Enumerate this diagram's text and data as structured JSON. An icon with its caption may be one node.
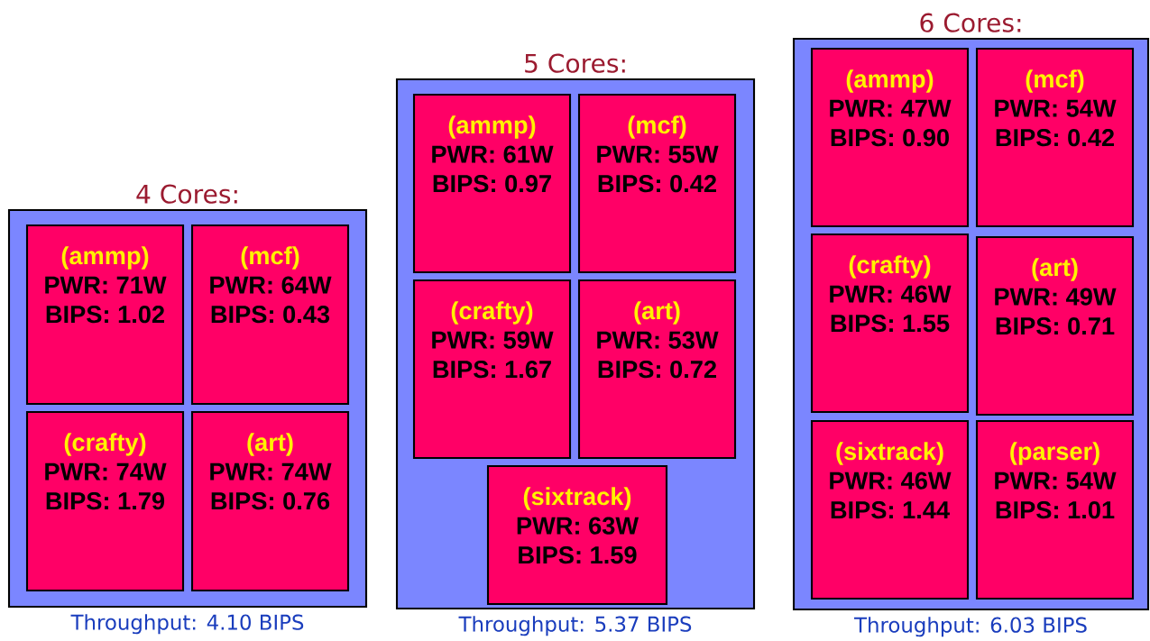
{
  "diagram": {
    "nodes": [
      {
        "text": [
          "4 Cores:"
        ],
        "beside": [
          "Throughput: 4.10 BIPS"
        ]
      },
      {
        "text": [
          "(ammp)",
          "PWR: 71W",
          "BIPS: 1.02"
        ],
        "in": 0
      },
      {
        "text": [
          "(mcf)",
          "PWR: 64W",
          "BIPS: 0.43"
        ],
        "in": 0
      },
      {
        "text": [
          "(crafty)",
          "PWR: 74W",
          "BIPS: 1.79"
        ],
        "in": 0
      },
      {
        "text": [
          "(art)",
          "PWR: 74W",
          "BIPS: 0.76"
        ],
        "in": 0
      },
      {
        "text": [
          "5 Cores:"
        ],
        "beside": [
          "Throughput: 5.37 BIPS"
        ]
      },
      {
        "text": [
          "(ammp)",
          "PWR: 61W",
          "BIPS: 0.97"
        ],
        "in": 5
      },
      {
        "text": [
          "(mcf)",
          "PWR: 55W",
          "BIPS: 0.42"
        ],
        "in": 5
      },
      {
        "text": [
          "(crafty)",
          "PWR: 59W",
          "BIPS: 1.67"
        ],
        "in": 5
      },
      {
        "text": [
          "(art)",
          "PWR: 53W",
          "BIPS: 0.72"
        ],
        "in": 5
      },
      {
        "text": [
          "(sixtrack)",
          "PWR: 63W",
          "BIPS: 1.59"
        ],
        "in": 5
      },
      {
        "text": [
          "6 Cores:"
        ],
        "beside": [
          "Throughput: 6.03 BIPS"
        ]
      },
      {
        "text": [
          "(ammp)",
          "PWR: 47W",
          "BIPS: 0.90"
        ],
        "in": 11
      },
      {
        "text": [
          "(mcf)",
          "PWR: 54W",
          "BIPS: 0.42"
        ],
        "in": 11
      },
      {
        "text": [
          "(crafty)",
          "PWR: 46W",
          "BIPS: 1.55"
        ],
        "in": 11
      },
      {
        "text": [
          "(art)",
          "PWR: 49W",
          "BIPS: 0.71"
        ],
        "in": 11
      },
      {
        "text": [
          "(sixtrack)",
          "PWR: 46W",
          "BIPS: 1.44"
        ],
        "in": 11
      },
      {
        "text": [
          "(parser)",
          "PWR: 54W",
          "BIPS: 1.01"
        ],
        "in": 11
      }
    ]
  }
}
